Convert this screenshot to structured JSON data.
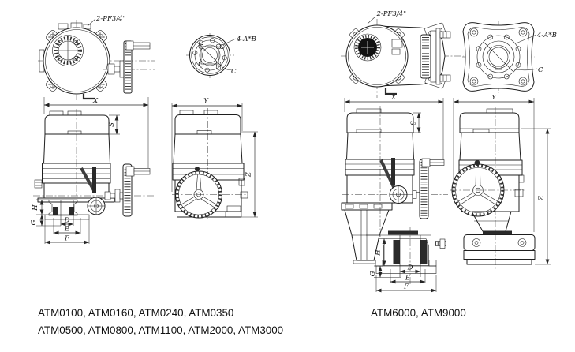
{
  "colors": {
    "line": "#1f1f1f",
    "background": "#ffffff",
    "dark_fill": "#2a2a2a"
  },
  "left_drawing": {
    "port_label": "2-PF3/4\"",
    "flange_label": "4-A*B",
    "dims": {
      "x": "X",
      "y": "Y",
      "z": "Z",
      "s": "S",
      "c": "C",
      "h": "H",
      "g": "G",
      "d": "D",
      "e": "E",
      "f": "F"
    },
    "caption_line1": "ATM0100, ATM0160, ATM0240, ATM0350",
    "caption_line2": "ATM0500, ATM0800, ATM1100, ATM2000, ATM3000"
  },
  "right_drawing": {
    "port_label": "2-PF3/4\"",
    "flange_label": "4-A*B",
    "dims": {
      "x": "X",
      "y": "Y",
      "z": "Z",
      "s": "S",
      "c": "C",
      "h": "H",
      "g": "G",
      "d": "D",
      "e": "E",
      "f": "F"
    },
    "caption": "ATM6000, ATM9000"
  }
}
